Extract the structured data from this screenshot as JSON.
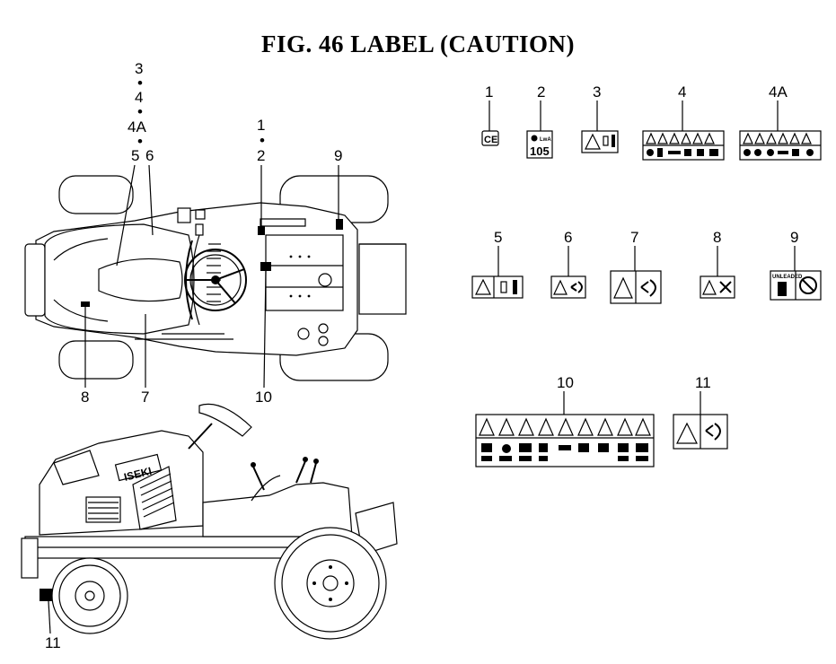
{
  "title": "FIG. 46  LABEL (CAUTION)",
  "callouts": {
    "top_left_stack": [
      "3",
      "4",
      "4A",
      "5"
    ],
    "n6": "6",
    "stack_1_2": [
      "1",
      "2"
    ],
    "n9": "9",
    "n8": "8",
    "n7": "7",
    "n10": "10",
    "n11": "11"
  },
  "labels": {
    "l1": "1",
    "l2": "2",
    "l3": "3",
    "l4": "4",
    "l4a": "4A",
    "l5": "5",
    "l6": "6",
    "l7": "7",
    "l8": "8",
    "l9": "9",
    "l10": "10",
    "l11": "11"
  },
  "label_texts": {
    "ce": "CE",
    "lwa": "LwA",
    "db": "105",
    "brand": "ISEKI",
    "fuel": "UNLEADED"
  },
  "icons": [
    "ce-mark-icon",
    "sound-power-icon",
    "warning-triangle-icon",
    "person-icon",
    "hand-entanglement-icon",
    "no-hand-icon",
    "fuel-pump-icon",
    "no-smoking-icon"
  ]
}
